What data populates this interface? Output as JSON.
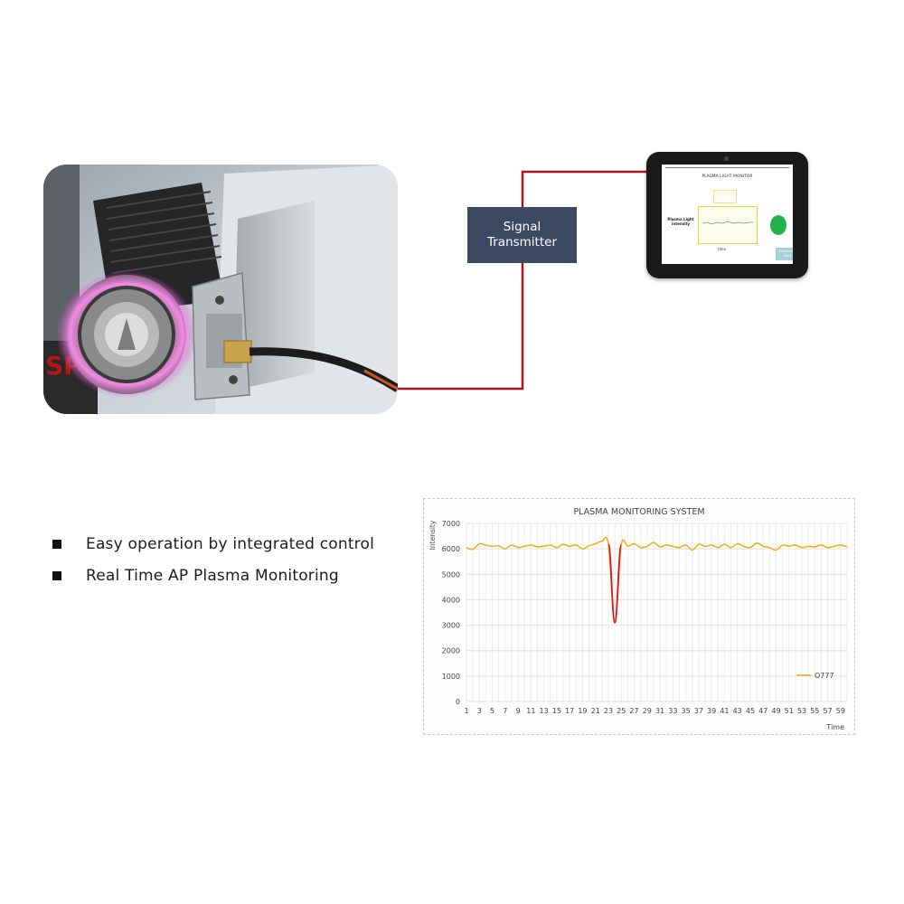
{
  "photo": {
    "alt": "Atmospheric plasma sensor head with fiber optic cable"
  },
  "signal_box": {
    "line1": "Signal",
    "line2": "Transmitter"
  },
  "tablet": {
    "screen_title": "PLASMA LIGHT MONITOR",
    "label": "Plasma Light intensity",
    "time_label": "time",
    "button_label": "Monitoring Start",
    "status_color": "#22b24c"
  },
  "bullets": [
    "Easy operation by integrated control",
    "Real Time AP Plasma Monitoring"
  ],
  "colors": {
    "wire": "#b5121b",
    "signal_box": "#3b4a62",
    "line_series": "#f5a800",
    "dip": "#d81818"
  },
  "chart_data": {
    "type": "line",
    "title": "PLASMA MONITORING SYSTEM",
    "xlabel": "Time",
    "ylabel": "Intensity",
    "ylim": [
      0,
      7000
    ],
    "yticks": [
      0,
      1000,
      2000,
      3000,
      4000,
      5000,
      6000,
      7000
    ],
    "xticks": [
      "1",
      "3",
      "5",
      "7",
      "9",
      "11",
      "13",
      "15",
      "17",
      "19",
      "21",
      "23",
      "25",
      "27",
      "29",
      "31",
      "33",
      "35",
      "37",
      "39",
      "41",
      "43",
      "45",
      "47",
      "49",
      "51",
      "53",
      "55",
      "57",
      "59"
    ],
    "legend": "O777",
    "legend_position": "bottom-right",
    "grid": true,
    "series": [
      {
        "name": "O777",
        "x": [
          1,
          2,
          3,
          4,
          5,
          6,
          7,
          8,
          9,
          10,
          11,
          12,
          13,
          14,
          15,
          16,
          17,
          18,
          19,
          20,
          21,
          22,
          23,
          24,
          25,
          26,
          27,
          28,
          29,
          30,
          31,
          32,
          33,
          34,
          35,
          36,
          37,
          38,
          39,
          40,
          41,
          42,
          43,
          44,
          45,
          46,
          47,
          48,
          49,
          50,
          51,
          52,
          53,
          54,
          55,
          56,
          57,
          58,
          59,
          60
        ],
        "values": [
          6050,
          5980,
          6200,
          6150,
          6100,
          6120,
          6000,
          6150,
          6050,
          6100,
          6150,
          6080,
          6100,
          6150,
          6050,
          6180,
          6100,
          6150,
          6000,
          6120,
          6200,
          6300,
          6180,
          3100,
          6150,
          6100,
          6200,
          6050,
          6100,
          6250,
          6080,
          6150,
          6100,
          6050,
          6150,
          5950,
          6180,
          6100,
          6150,
          6050,
          6180,
          6050,
          6200,
          6100,
          6050,
          6230,
          6100,
          6050,
          5950,
          6150,
          6100,
          6150,
          6050,
          6100,
          6080,
          6150,
          6050,
          6100,
          6150,
          6080
        ]
      }
    ]
  }
}
